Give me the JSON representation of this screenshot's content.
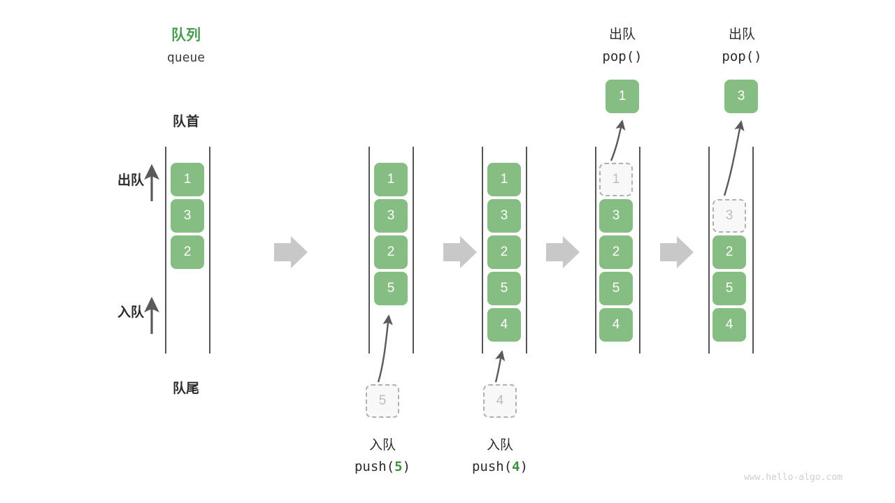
{
  "header": {
    "title_cn": "队列",
    "title_en": "queue",
    "front_label": "队首",
    "rear_label": "队尾",
    "dequeue_label": "出队",
    "enqueue_label": "入队"
  },
  "colors": {
    "accent_green": "#4a9c53",
    "cell_green": "#85bd82",
    "ghost_fill": "#f8f8f8",
    "ghost_border": "#b0b0b0",
    "ghost_text": "#bdbdbd",
    "rail": "#555555",
    "arrow_gray": "#c8c8c8",
    "curve_arrow": "#5a5a5a",
    "text": "#2b2b2b",
    "watermark": "#cfcfcf"
  },
  "steps": [
    {
      "id": "step-1",
      "cells": [
        {
          "value": "1",
          "state": "filled"
        },
        {
          "value": "3",
          "state": "filled"
        },
        {
          "value": "2",
          "state": "filled"
        }
      ],
      "op_cn": "",
      "op_code": "",
      "op_arg": "",
      "incoming": null,
      "outgoing": null
    },
    {
      "id": "step-2",
      "cells": [
        {
          "value": "1",
          "state": "filled"
        },
        {
          "value": "3",
          "state": "filled"
        },
        {
          "value": "2",
          "state": "filled"
        },
        {
          "value": "5",
          "state": "filled"
        }
      ],
      "op_cn": "入队",
      "op_code_prefix": "push(",
      "op_arg": "5",
      "op_code_suffix": ")",
      "incoming": {
        "value": "5"
      },
      "outgoing": null
    },
    {
      "id": "step-3",
      "cells": [
        {
          "value": "1",
          "state": "filled"
        },
        {
          "value": "3",
          "state": "filled"
        },
        {
          "value": "2",
          "state": "filled"
        },
        {
          "value": "5",
          "state": "filled"
        },
        {
          "value": "4",
          "state": "filled"
        }
      ],
      "op_cn": "入队",
      "op_code_prefix": "push(",
      "op_arg": "4",
      "op_code_suffix": ")",
      "incoming": {
        "value": "4"
      },
      "outgoing": null
    },
    {
      "id": "step-4",
      "cells": [
        {
          "value": "1",
          "state": "ghost"
        },
        {
          "value": "3",
          "state": "filled"
        },
        {
          "value": "2",
          "state": "filled"
        },
        {
          "value": "5",
          "state": "filled"
        },
        {
          "value": "4",
          "state": "filled"
        }
      ],
      "op_cn": "出队",
      "op_code_prefix": "pop(",
      "op_arg": "",
      "op_code_suffix": ")",
      "incoming": null,
      "outgoing": {
        "value": "1"
      }
    },
    {
      "id": "step-5",
      "cells": [
        {
          "value": "",
          "state": "empty"
        },
        {
          "value": "3",
          "state": "ghost"
        },
        {
          "value": "2",
          "state": "filled"
        },
        {
          "value": "5",
          "state": "filled"
        },
        {
          "value": "4",
          "state": "filled"
        }
      ],
      "op_cn": "出队",
      "op_code_prefix": "pop(",
      "op_arg": "",
      "op_code_suffix": ")",
      "incoming": null,
      "outgoing": {
        "value": "3"
      }
    }
  ],
  "footer": {
    "watermark": "www.hello-algo.com"
  }
}
